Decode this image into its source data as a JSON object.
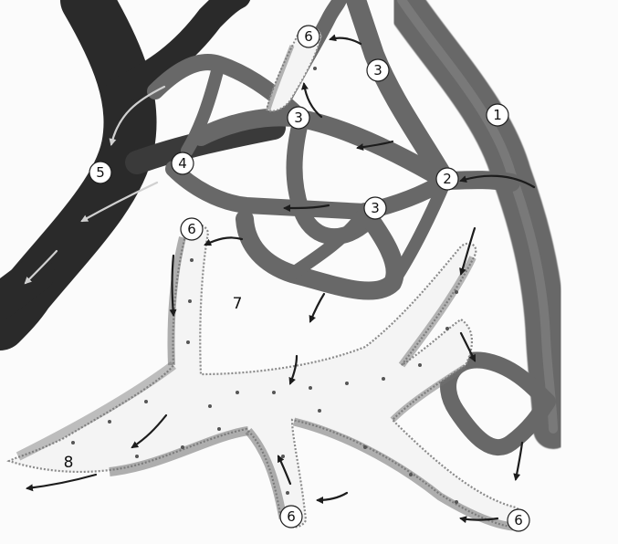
{
  "labels": {
    "l1": "1",
    "l2": "2",
    "l3a": "3",
    "l3b": "3",
    "l3c": "3",
    "l4": "4",
    "l5": "5",
    "l6a": "6",
    "l6b": "6",
    "l6c": "6",
    "l6d": "6",
    "l7": "7",
    "l8": "8"
  },
  "colors": {
    "artery": "#686868",
    "vein": "#2a2a2a",
    "lymph_edge": "#8a8a8a",
    "lymph_fill": "#f4f4f4",
    "arrow_dark": "#1c1c1c",
    "arrow_light": "#d0d0d0",
    "dots": "#555555"
  }
}
